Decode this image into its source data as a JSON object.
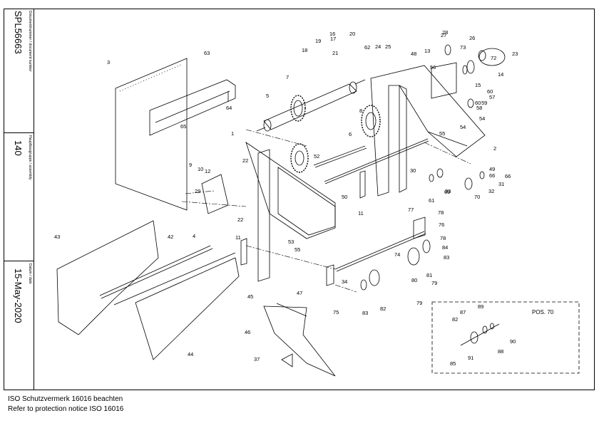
{
  "title_block": {
    "document_number": "SPL56663",
    "document_number_caption": "Dokumentnummer / document number",
    "assembly": "140",
    "assembly_caption": "Hauptbaugruppe / assembly",
    "date": "15-May-2020",
    "date_caption": "Datum / date"
  },
  "notice": {
    "line1": "ISO Schutzvermerk 16016 beachten",
    "line2": "Refer to protection notice ISO 16016"
  },
  "detail_box": {
    "title": "POS. 70"
  },
  "callouts": [
    "1",
    "2",
    "3",
    "4",
    "5",
    "6",
    "7",
    "8",
    "9",
    "10",
    "11",
    "11",
    "12",
    "13",
    "14",
    "15",
    "16",
    "17",
    "18",
    "19",
    "20",
    "21",
    "22",
    "22",
    "23",
    "24",
    "25",
    "26",
    "27",
    "28",
    "29",
    "30",
    "31",
    "32",
    "33",
    "34",
    "37",
    "42",
    "43",
    "44",
    "45",
    "46",
    "47",
    "48",
    "49",
    "50",
    "52",
    "53",
    "54",
    "54",
    "55",
    "55",
    "56",
    "57",
    "58",
    "59",
    "60",
    "60",
    "61",
    "62",
    "63",
    "64",
    "65",
    "66",
    "66",
    "69",
    "70",
    "72",
    "73",
    "74",
    "75",
    "76",
    "77",
    "78",
    "78",
    "79",
    "79",
    "80",
    "81",
    "82",
    "82",
    "83",
    "83",
    "84",
    "85",
    "87",
    "88",
    "89",
    "90",
    "91"
  ]
}
